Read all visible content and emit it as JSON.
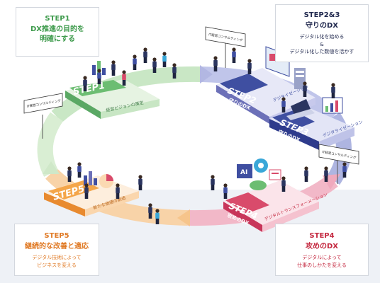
{
  "colors": {
    "step1": "#6cbd72",
    "step2": "#8c8fd0",
    "step3": "#3f4fa1",
    "step4": "#d94b6b",
    "step5": "#f4a64a",
    "ring_green": "#bfe3bf",
    "ring_blue": "#b9bfe6",
    "ring_pink": "#f3b6c6",
    "ring_orange": "#f9d1a3",
    "ring_green_pale": "#dcefd7",
    "text_navy": "#222a4f",
    "text_red": "#c4283f",
    "text_orange": "#e07a25",
    "text_green": "#3d9a4b"
  },
  "cards": {
    "step1": {
      "title_line1": "STEP1",
      "title_line2": "DX推進の目的を",
      "title_line3": "明確にする"
    },
    "step23": {
      "title_line1": "STEP2&3",
      "title_line2": "守りのDX",
      "sub_line1": "デジタル化を始める",
      "sub_line2": "&",
      "sub_line3": "デジタル化した数値を活かす"
    },
    "step5": {
      "title_line1": "STEP5",
      "title_line2": "継続的な改善と適応",
      "sub_line1": "デジタル技術によって",
      "sub_line2": "ビジネスを変える"
    },
    "step4": {
      "title_line1": "STEP4",
      "title_line2": "攻めのDX",
      "sub_line1": "デジタルによって",
      "sub_line2": "仕事のしかたを変える"
    }
  },
  "platforms": {
    "step1": {
      "label": "STEP1",
      "sub": "経営ビジョンの策定"
    },
    "step2": {
      "label": "STEP2",
      "sub": "守りのDX",
      "side": "デジタイゼーション"
    },
    "step3": {
      "label": "STEP3",
      "sub": "守りのDX",
      "side": "デジタライゼーション"
    },
    "step4": {
      "label": "STEP4",
      "sub": "攻めのDX",
      "side": "デジタルトランスフォーメーション"
    },
    "step5": {
      "label": "STEP5",
      "sub": "新たな価値の創造"
    }
  },
  "signs": {
    "consultant": "IT経営コンサルティング",
    "ai_label": "AI"
  }
}
